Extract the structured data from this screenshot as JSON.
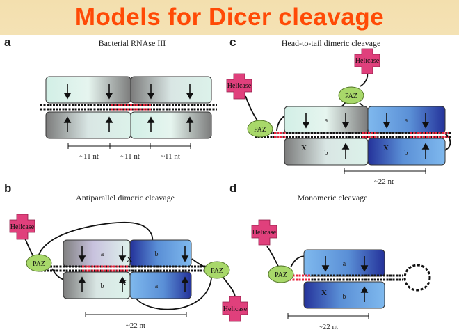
{
  "slide": {
    "title": "Models for Dicer cleavage",
    "title_color": "#ff4a06"
  },
  "colors": {
    "helicase": "#e0407c",
    "paz": "#a8d86a",
    "rna_red": "#e8243c",
    "box_teal": "#dff2ec",
    "box_grey": "#8a8a8a",
    "box_blue": "#6aa8e0",
    "box_navy": "#2c3a9a"
  },
  "panels": {
    "a": {
      "letter": "a",
      "title": "Bacterial RNAse  III",
      "measure_1": "~11 nt",
      "measure_2": "~11 nt",
      "measure_3": "~11 nt"
    },
    "b": {
      "letter": "b",
      "title": "Antiparallel dimeric cleavage",
      "helicase_left": "Helicase",
      "helicase_right": "Helicase",
      "paz_left": "PAZ",
      "paz_right": "PAZ",
      "label_top_left": "a",
      "label_top_right": "b",
      "label_bottom_left": "b",
      "label_bottom_right": "a",
      "x_top": "X",
      "x_bottom": "X",
      "measure": "~22 nt"
    },
    "c": {
      "letter": "c",
      "title": "Head-to-tail dimeric cleavage",
      "helicase_left": "Helicase",
      "helicase_top": "Helicase",
      "paz_left": "PAZ",
      "paz_top": "PAZ",
      "label_top_left": "a",
      "label_top_right": "a",
      "label_bottom_left": "b",
      "label_bottom_right": "b",
      "x_left": "X",
      "x_right": "X",
      "measure": "~22 nt"
    },
    "d": {
      "letter": "d",
      "title": "Monomeric cleavage",
      "helicase": "Helicase",
      "paz": "PAZ",
      "label_top": "a",
      "label_bottom": "b",
      "x": "X",
      "measure": "~22 nt"
    }
  }
}
